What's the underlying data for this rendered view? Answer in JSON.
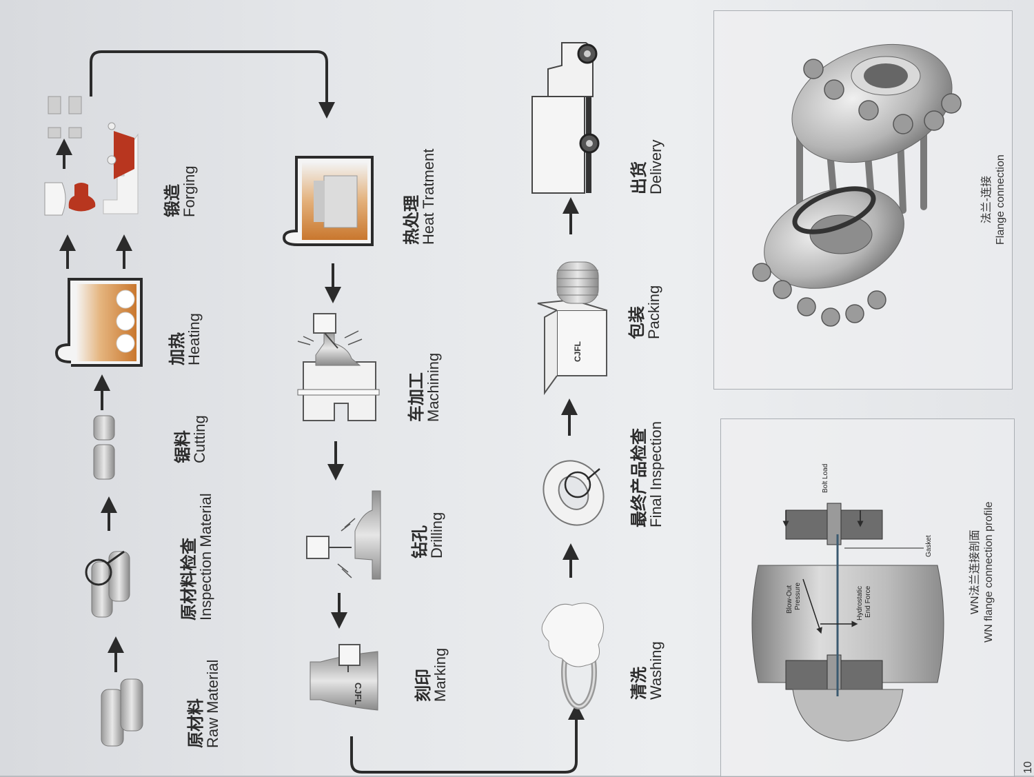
{
  "steps": [
    {
      "zh": "原材料",
      "en": "Raw Material"
    },
    {
      "zh": "原材料检查",
      "en": "Inspection Material"
    },
    {
      "zh": "锯料",
      "en": "Cutting"
    },
    {
      "zh": "加热",
      "en": "Heating"
    },
    {
      "zh": "锻造",
      "en": "Forging"
    },
    {
      "zh": "热处理",
      "en": "Heat Tratment"
    },
    {
      "zh": "车加工",
      "en": "Machining"
    },
    {
      "zh": "钻孔",
      "en": "Drilling"
    },
    {
      "zh": "刻印",
      "en": "Marking"
    },
    {
      "zh": "清洗",
      "en": "Washing"
    },
    {
      "zh": "最终产品检查",
      "en": "Final Inspection"
    },
    {
      "zh": "包装",
      "en": "Packing"
    },
    {
      "zh": "出货",
      "en": "Delivery"
    }
  ],
  "brand_mark": "CJFL",
  "profile_panel": {
    "caption_zh": "WN法兰连接剖面",
    "caption_en": "WN flange connection profile",
    "callouts": {
      "bolt_load": "Bolt Load",
      "gasket": "Gasket",
      "blow_out_1": "Blow-Out",
      "blow_out_2": "Pressure",
      "hydrostatic_1": "Hydrostatic",
      "hydrostatic_2": "End Force"
    }
  },
  "connection_panel": {
    "caption_zh": "法兰-连接",
    "caption_en": "Flange connection"
  },
  "page_number": "10",
  "colors": {
    "accent_orange": "#c9772e",
    "accent_red": "#b8361f",
    "line": "#2b2b2b"
  }
}
